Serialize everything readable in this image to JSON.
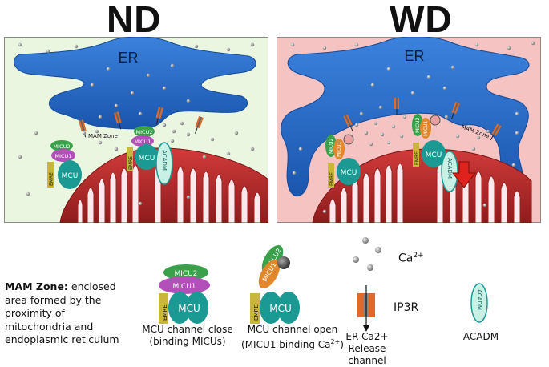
{
  "titles": {
    "left": "ND",
    "right": "WD"
  },
  "panels": [
    {
      "id": "nd",
      "er_label": "ER",
      "mam_label": "MAM Zone",
      "background": "#eaf6df",
      "mcu": {
        "micu2": "MICU2",
        "micu1": "MICU1",
        "mcu": "MCU",
        "emre": "EMRE"
      },
      "acadm": "ACADM"
    },
    {
      "id": "wd",
      "er_label": "ER",
      "mam_label": "MAM Zone",
      "background": "#f6c3c3",
      "mcu": {
        "micu2": "MICU2",
        "micu1": "MICU1",
        "mcu": "MCU",
        "emre": "EMRE"
      },
      "acadm": "ACADM"
    }
  ],
  "legend": {
    "mam_term": "MAM Zone:",
    "mam_definition": "enclosed area formed by the proximity of mitochondria and endoplasmic reticulum",
    "close_caption_1": "MCU channel close",
    "close_caption_2": "(binding MICUs)",
    "open_caption_1": "MCU channel open",
    "open_caption_2": "(MICU1 binding Ca",
    "open_caption_sup": "2+",
    "open_caption_end": ")",
    "ca_label": "Ca",
    "ca_sup": "2+",
    "ip3r_label": "IP3R",
    "er_release_1": "ER Ca2+",
    "er_release_2": "Release channel",
    "acadm_label": "ACADM",
    "mcu_labels": {
      "micu2": "MICU2",
      "micu1": "MICU1",
      "mcu": "MCU",
      "emre": "EMRE"
    },
    "acadm_shape_label": "ACADM"
  },
  "colors": {
    "er_blue": "#1f63c2",
    "mito_red": "#b92a2a",
    "mito_inner": "#fbe9ee",
    "mcu_teal": "#1b9a93",
    "micu1_magenta": "#b24fb8",
    "micu2_green": "#38a14a",
    "emre_yellow": "#c9b63a",
    "open_orange": "#e0882b",
    "ip3r_orange": "#e06a2a",
    "arrow_red": "#e0221c"
  }
}
